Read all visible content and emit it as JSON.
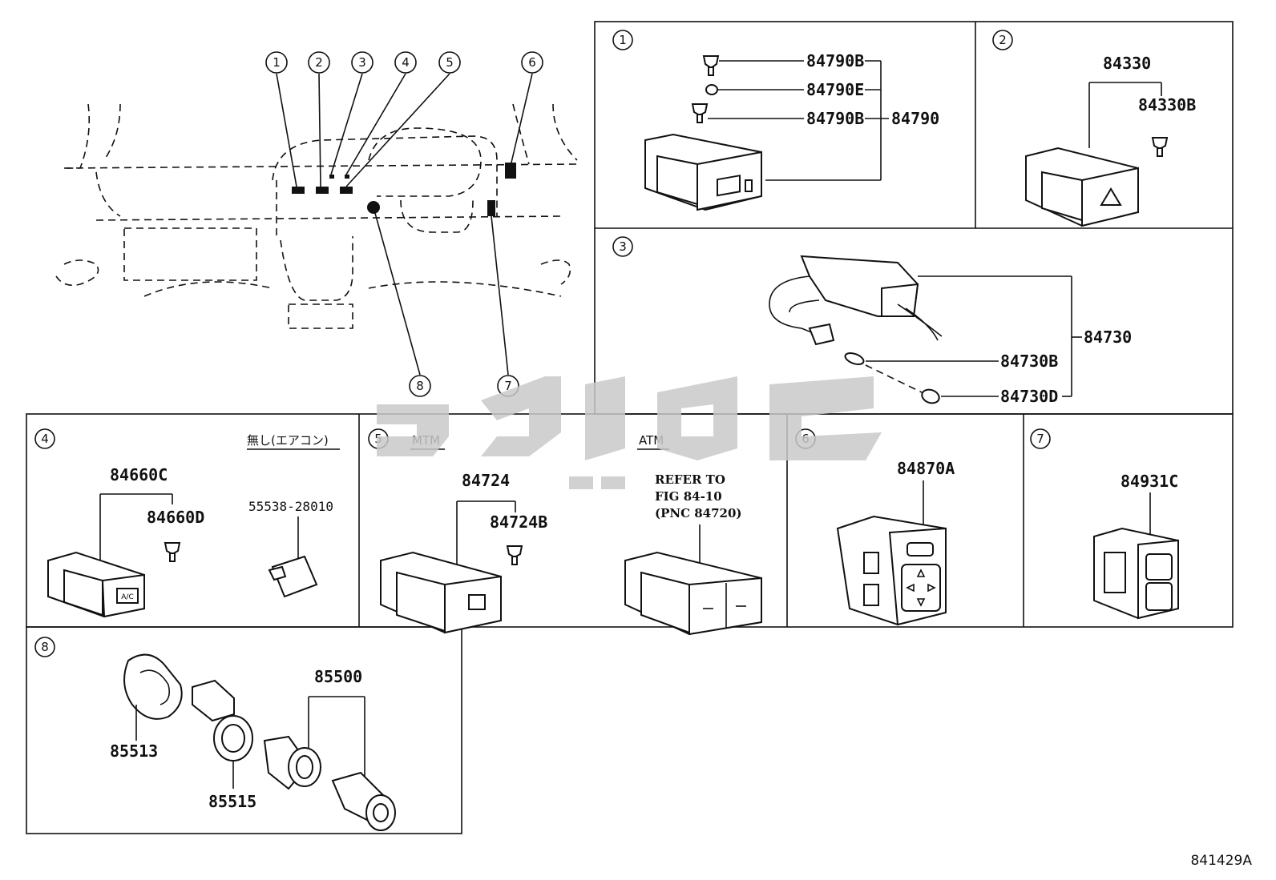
{
  "overview": {
    "callouts": [
      "1",
      "2",
      "3",
      "4",
      "5",
      "6",
      "7",
      "8"
    ]
  },
  "panel1": {
    "num": "1",
    "parts": [
      "84790B",
      "84790E",
      "84790B",
      "84790"
    ]
  },
  "panel2": {
    "num": "2",
    "parts": [
      "84330",
      "84330B"
    ]
  },
  "panel3": {
    "num": "3",
    "parts": [
      "84730",
      "84730B",
      "84730D"
    ]
  },
  "panel4": {
    "num": "4",
    "note": "無し(エアコン)",
    "parts": [
      "84660C",
      "84660D",
      "55538-28010"
    ],
    "button_text": "A/C"
  },
  "panel5": {
    "num": "5",
    "mtm": "MTM",
    "atm": "ATM",
    "parts": [
      "84724",
      "84724B"
    ],
    "refer": [
      "REFER TO",
      "FIG 84-10",
      "(PNC 84720)"
    ]
  },
  "panel6": {
    "num": "6",
    "parts": [
      "84870A"
    ]
  },
  "panel7": {
    "num": "7",
    "parts": [
      "84931C"
    ]
  },
  "panel8": {
    "num": "8",
    "parts": [
      "85500",
      "85513",
      "85515"
    ]
  },
  "figure_code": "841429A",
  "colors": {
    "line": "#111111",
    "watermark": "#c9c9c9"
  }
}
